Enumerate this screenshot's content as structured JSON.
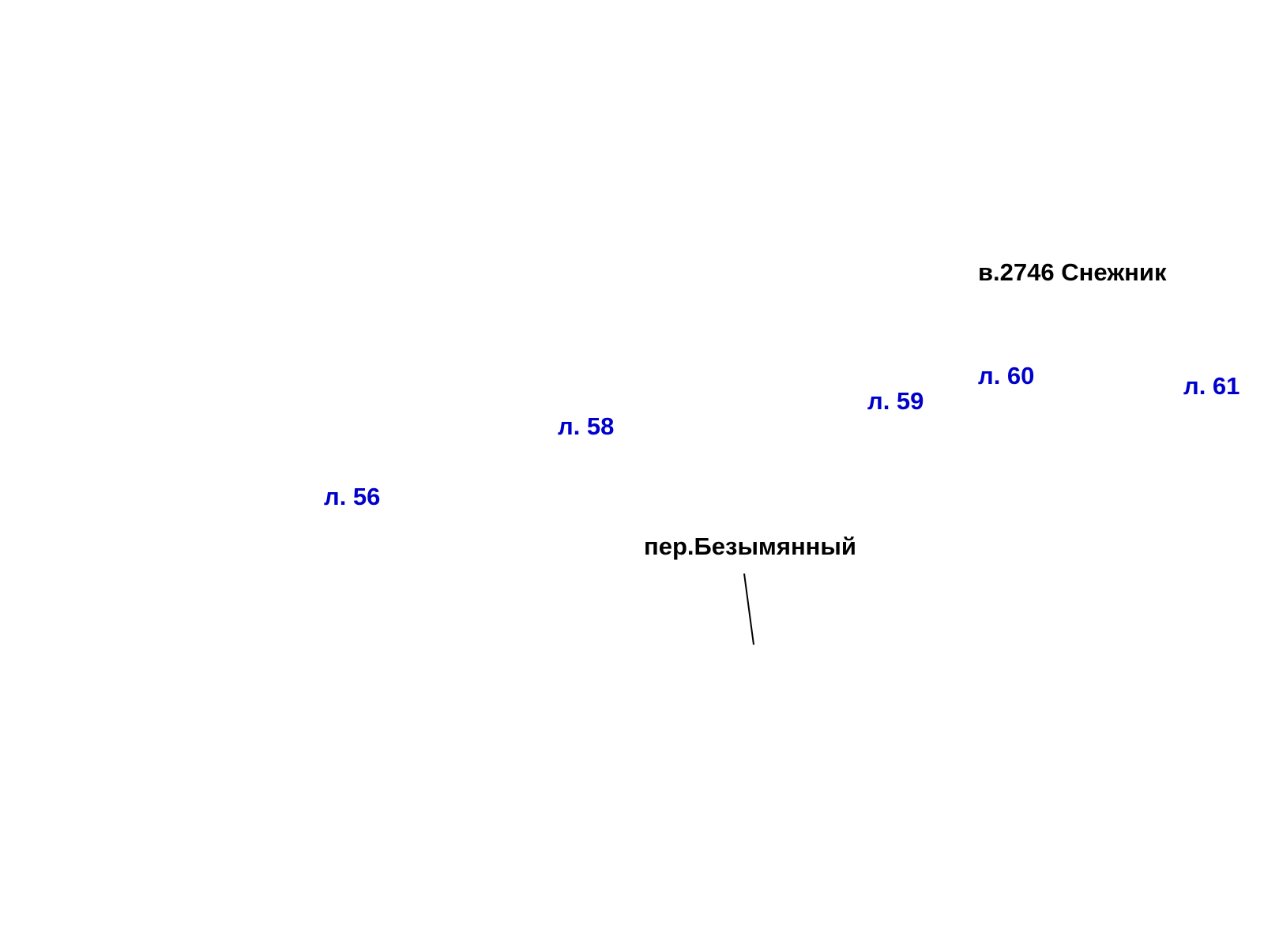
{
  "map": {
    "peak_label": "в.2746 Снежник",
    "street_label": "пер.Безымянный",
    "sheet_labels": {
      "l56": "л. 56",
      "l58": "л. 58",
      "l59": "л. 59",
      "l60": "л. 60",
      "l61": "л. 61"
    },
    "colors": {
      "background": "#ffffff",
      "sheet_label": "#0000cc",
      "feature_label": "#000000"
    }
  }
}
